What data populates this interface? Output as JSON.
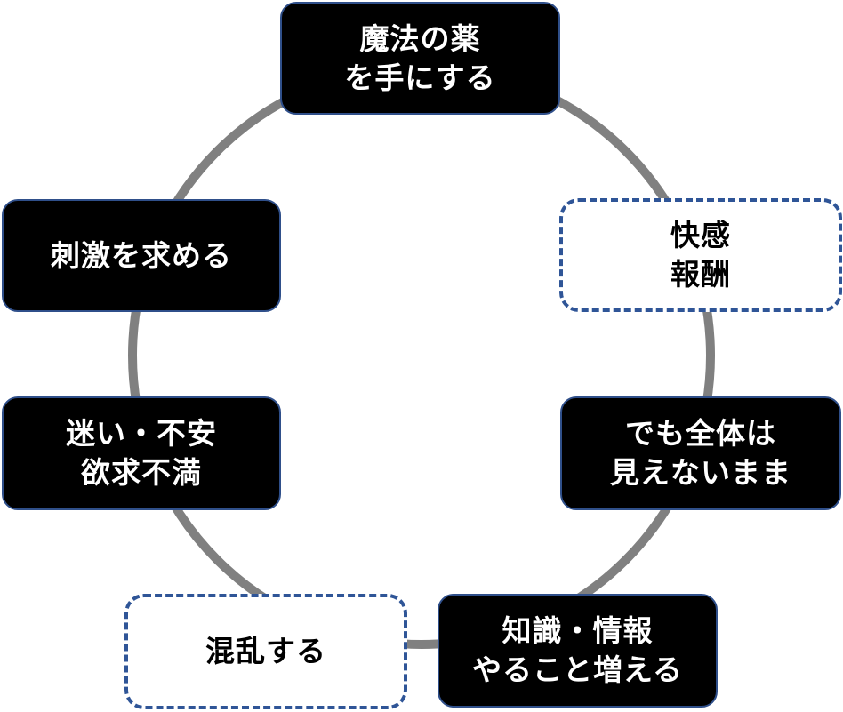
{
  "diagram": {
    "type": "cycle",
    "ring_color": "#808080",
    "solid_box_fill": "#000000",
    "box_border_color": "#2f5597",
    "nodes": [
      {
        "id": "magic-medicine",
        "style": "solid",
        "lines": [
          "魔法の薬",
          "を手にする"
        ]
      },
      {
        "id": "pleasure-reward",
        "style": "dashed",
        "lines": [
          "快感",
          "報酬"
        ]
      },
      {
        "id": "whole-unseen",
        "style": "solid",
        "lines": [
          "でも全体は",
          "見えないまま"
        ]
      },
      {
        "id": "knowledge-info",
        "style": "solid",
        "lines": [
          "知識・情報",
          "やること増える"
        ]
      },
      {
        "id": "confusion",
        "style": "dashed",
        "lines": [
          "混乱する"
        ]
      },
      {
        "id": "anxiety",
        "style": "solid",
        "lines": [
          "迷い・不安",
          "欲求不満"
        ]
      },
      {
        "id": "seek-stimulus",
        "style": "solid",
        "lines": [
          "刺激を求める"
        ]
      }
    ]
  }
}
